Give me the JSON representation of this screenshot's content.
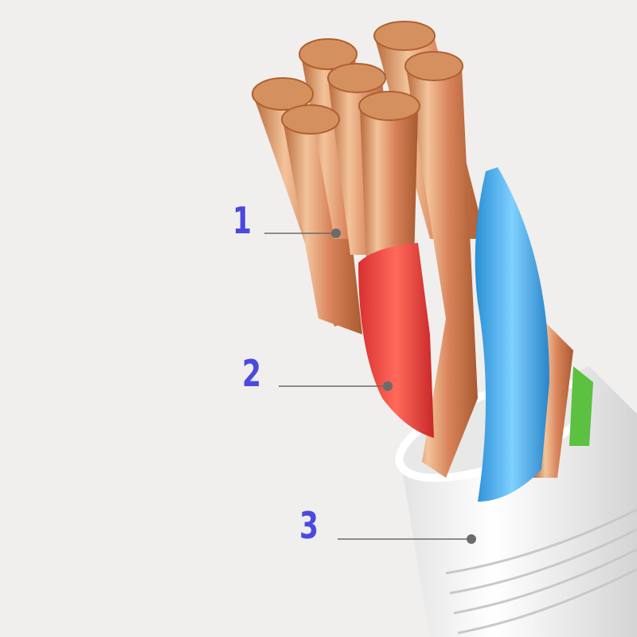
{
  "callouts": [
    {
      "label": "1"
    },
    {
      "label": "2"
    },
    {
      "label": "3"
    }
  ],
  "colors": {
    "background": "#f0efed",
    "label": "#4a4ae0",
    "leader": "#6b6b6b",
    "copper": "#d9935e",
    "red_insulation": "#f0473e",
    "blue_insulation": "#3fa8e8",
    "jacket": "#f7f7f7"
  }
}
